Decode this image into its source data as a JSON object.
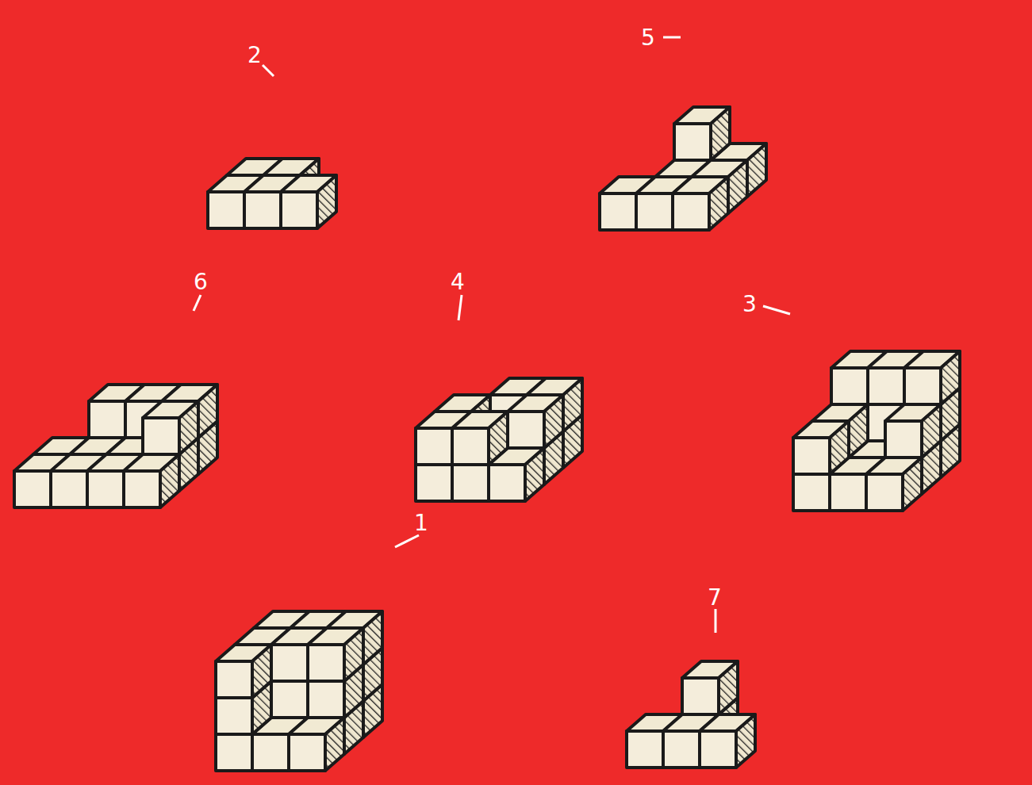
{
  "diagram": {
    "labels": [
      "2",
      "5",
      "6",
      "4",
      "3",
      "1",
      "7"
    ]
  }
}
